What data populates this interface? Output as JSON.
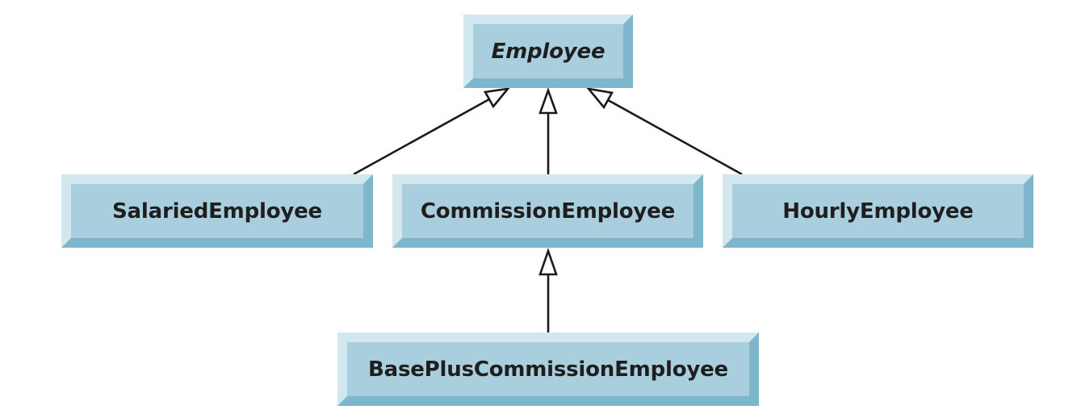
{
  "classes": {
    "employee": "Employee",
    "salaried": "SalariedEmployee",
    "commission": "CommissionEmployee",
    "hourly": "HourlyEmployee",
    "baseplus": "BasePlusCommissionEmployee"
  },
  "relationships": [
    {
      "from": "SalariedEmployee",
      "to": "Employee",
      "type": "generalization"
    },
    {
      "from": "CommissionEmployee",
      "to": "Employee",
      "type": "generalization"
    },
    {
      "from": "HourlyEmployee",
      "to": "Employee",
      "type": "generalization"
    },
    {
      "from": "BasePlusCommissionEmployee",
      "to": "CommissionEmployee",
      "type": "generalization"
    }
  ],
  "colors": {
    "box_fill": "#a9cfdf",
    "box_highlight": "#d3e7ef",
    "box_shadow": "#7eb6cc",
    "line": "#1a1a1a"
  }
}
